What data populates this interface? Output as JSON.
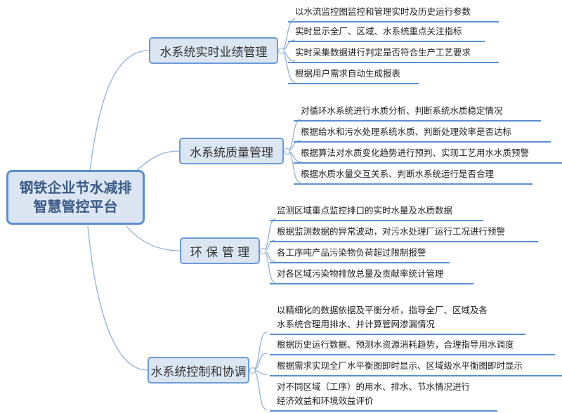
{
  "root": {
    "line1": "钢铁企业节水减排",
    "line2": "智慧管控平台"
  },
  "branches": [
    {
      "label": "水系统实时业绩管理",
      "leaves": [
        "以水流监控图监控和管理实时及历史运行参数",
        "实时显示全厂、区域、水系统重点关注指标",
        "实时采集数据进行判定是否符合生产工艺要求",
        "根据用户需求自动生成报表"
      ]
    },
    {
      "label": "水系统质量管理",
      "leaves": [
        "对循环水系统进行水质分析、判断系统水质稳定情况",
        "根据给水和污水处理系统水质、判断处理效率是否达标",
        "根据算法对水质变化趋势进行预判、实现工艺用水水质预警",
        "根据水质水量交互关系、判断水系统运行是否合理"
      ]
    },
    {
      "label": "环 保 管 理",
      "leaves": [
        "监测区域重点监控排口的实时水量及水质数据",
        "根据监测数据的异常波动，对污水处理厂运行工况进行预警",
        "各工序吨产品污染物负荷超过限制报警",
        "对各区域污染物排放总量及贡献率统计管理"
      ]
    },
    {
      "label": "水系统控制和协调",
      "leaves": [
        "以精细化的数据依据及平衡分析，指导全厂、区域及各",
        "水系统合理用排水、并计算管网渗漏情况",
        "根据历史运行数据、预测水资源消耗趋势，合理指导用水调度",
        "根据需求实现全厂水平衡图即时显示、区域级水平衡图即时显示",
        "对不同区域（工序）的用水、排水、节水情况进行",
        "经济效益和环境效益评价"
      ]
    }
  ],
  "colors": {
    "line": "#6b9bd6",
    "box_fill": "#dce6f2",
    "root_text": "#3a5a86"
  }
}
